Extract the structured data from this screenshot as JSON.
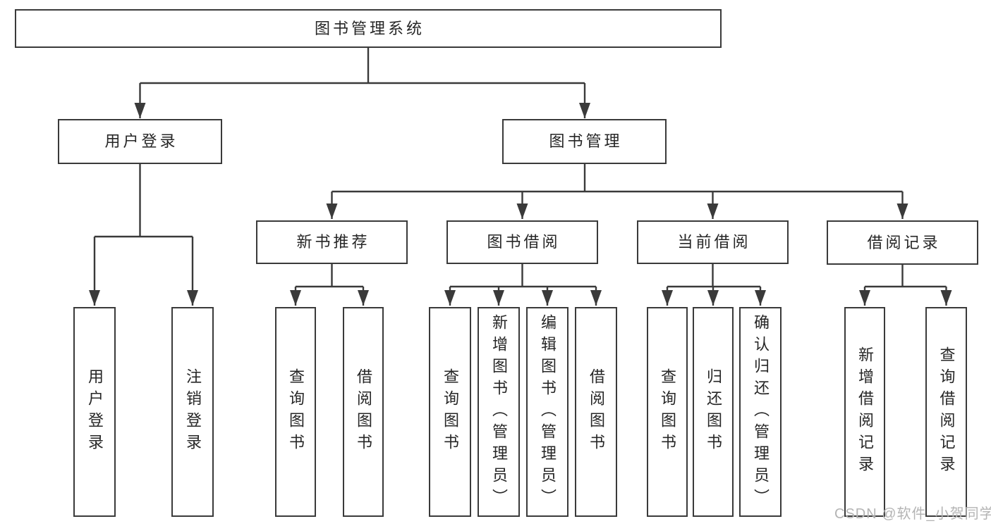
{
  "diagram": {
    "root": {
      "label": "图书管理系统"
    },
    "branches": [
      {
        "label": "用户登录",
        "children": [
          {
            "label": "用户登录"
          },
          {
            "label": "注销登录"
          }
        ]
      },
      {
        "label": "图书管理",
        "children": [
          {
            "label": "新书推荐",
            "children": [
              {
                "label": "查询图书"
              },
              {
                "label": "借阅图书"
              }
            ]
          },
          {
            "label": "图书借阅",
            "children": [
              {
                "label": "查询图书"
              },
              {
                "label": "新增图书（管理员）"
              },
              {
                "label": "编辑图书（管理员）"
              },
              {
                "label": "借阅图书"
              }
            ]
          },
          {
            "label": "当前借阅",
            "children": [
              {
                "label": "查询图书"
              },
              {
                "label": "归还图书"
              },
              {
                "label": "确认归还（管理员）"
              }
            ]
          },
          {
            "label": "借阅记录",
            "children": [
              {
                "label": "新增借阅记录"
              },
              {
                "label": "查询借阅记录"
              }
            ]
          }
        ]
      }
    ],
    "watermark": "CSDN @软件_小贺同学",
    "colors": {
      "line": "#3a3a3a",
      "border": "#3a3a3a",
      "text": "#262626",
      "watermark": "#b4b4b4",
      "background": "#ffffff"
    }
  }
}
